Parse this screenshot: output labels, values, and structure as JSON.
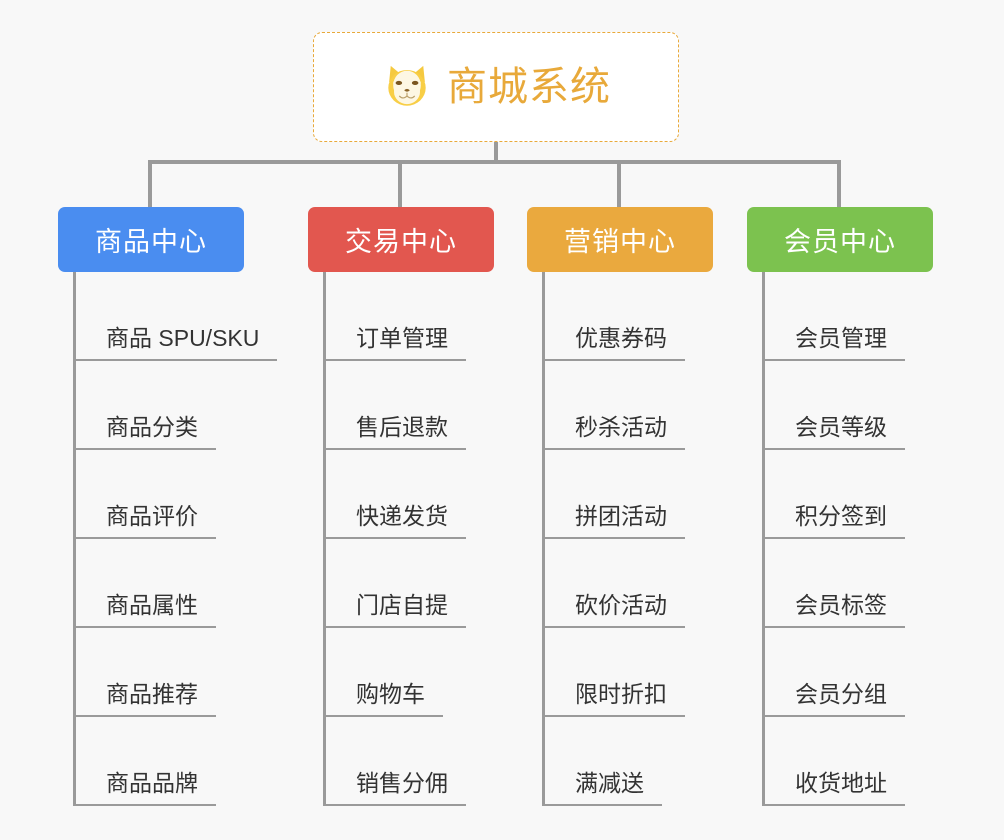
{
  "page": {
    "background_color": "#f8f8f8",
    "connector_color": "#9a9a9a"
  },
  "root": {
    "title": "商城系统",
    "icon": "shiba-dog-face-emoji",
    "text_color": "#e8a93a",
    "border_color": "#e8a93a",
    "background_color": "#ffffff"
  },
  "columns": [
    {
      "title": "商品中心",
      "color": "#4a8df0",
      "items": [
        "商品 SPU/SKU",
        "商品分类",
        "商品评价",
        "商品属性",
        "商品推荐",
        "商品品牌"
      ]
    },
    {
      "title": "交易中心",
      "color": "#e2574f",
      "items": [
        "订单管理",
        "售后退款",
        "快递发货",
        "门店自提",
        "购物车",
        "销售分佣"
      ]
    },
    {
      "title": "营销中心",
      "color": "#eaa93e",
      "items": [
        "优惠券码",
        "秒杀活动",
        "拼团活动",
        "砍价活动",
        "限时折扣",
        "满减送"
      ]
    },
    {
      "title": "会员中心",
      "color": "#7cc24f",
      "items": [
        "会员管理",
        "会员等级",
        "积分签到",
        "会员标签",
        "会员分组",
        "收货地址"
      ]
    }
  ]
}
